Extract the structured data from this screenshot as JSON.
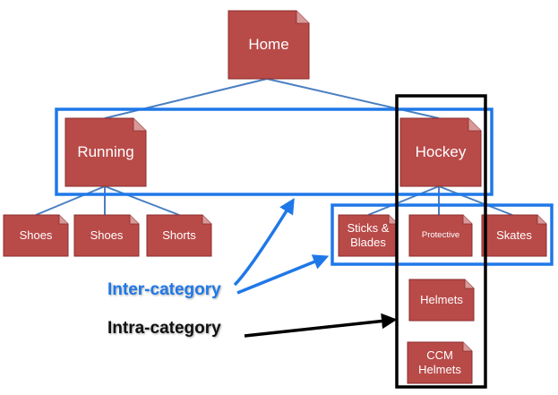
{
  "nodes": {
    "home": "Home",
    "running": "Running",
    "hockey": "Hockey",
    "shoes_1": "Shoes",
    "shoes_2": "Shoes",
    "shorts": "Shorts",
    "sticks_blades": "Sticks &\nBlades",
    "protective": "Protective",
    "skates": "Skates",
    "helmets": "Helmets",
    "ccm_helmets": "CCM\nHelmets"
  },
  "captions": {
    "inter_category": "Inter-category",
    "intra_category": "Intra-category"
  },
  "colors": {
    "node_fill": "#b84a48",
    "node_border": "#8b2e2c",
    "connector": "#4a7fc1",
    "inter_highlight": "#1f78e8",
    "intra_highlight": "#000000"
  }
}
